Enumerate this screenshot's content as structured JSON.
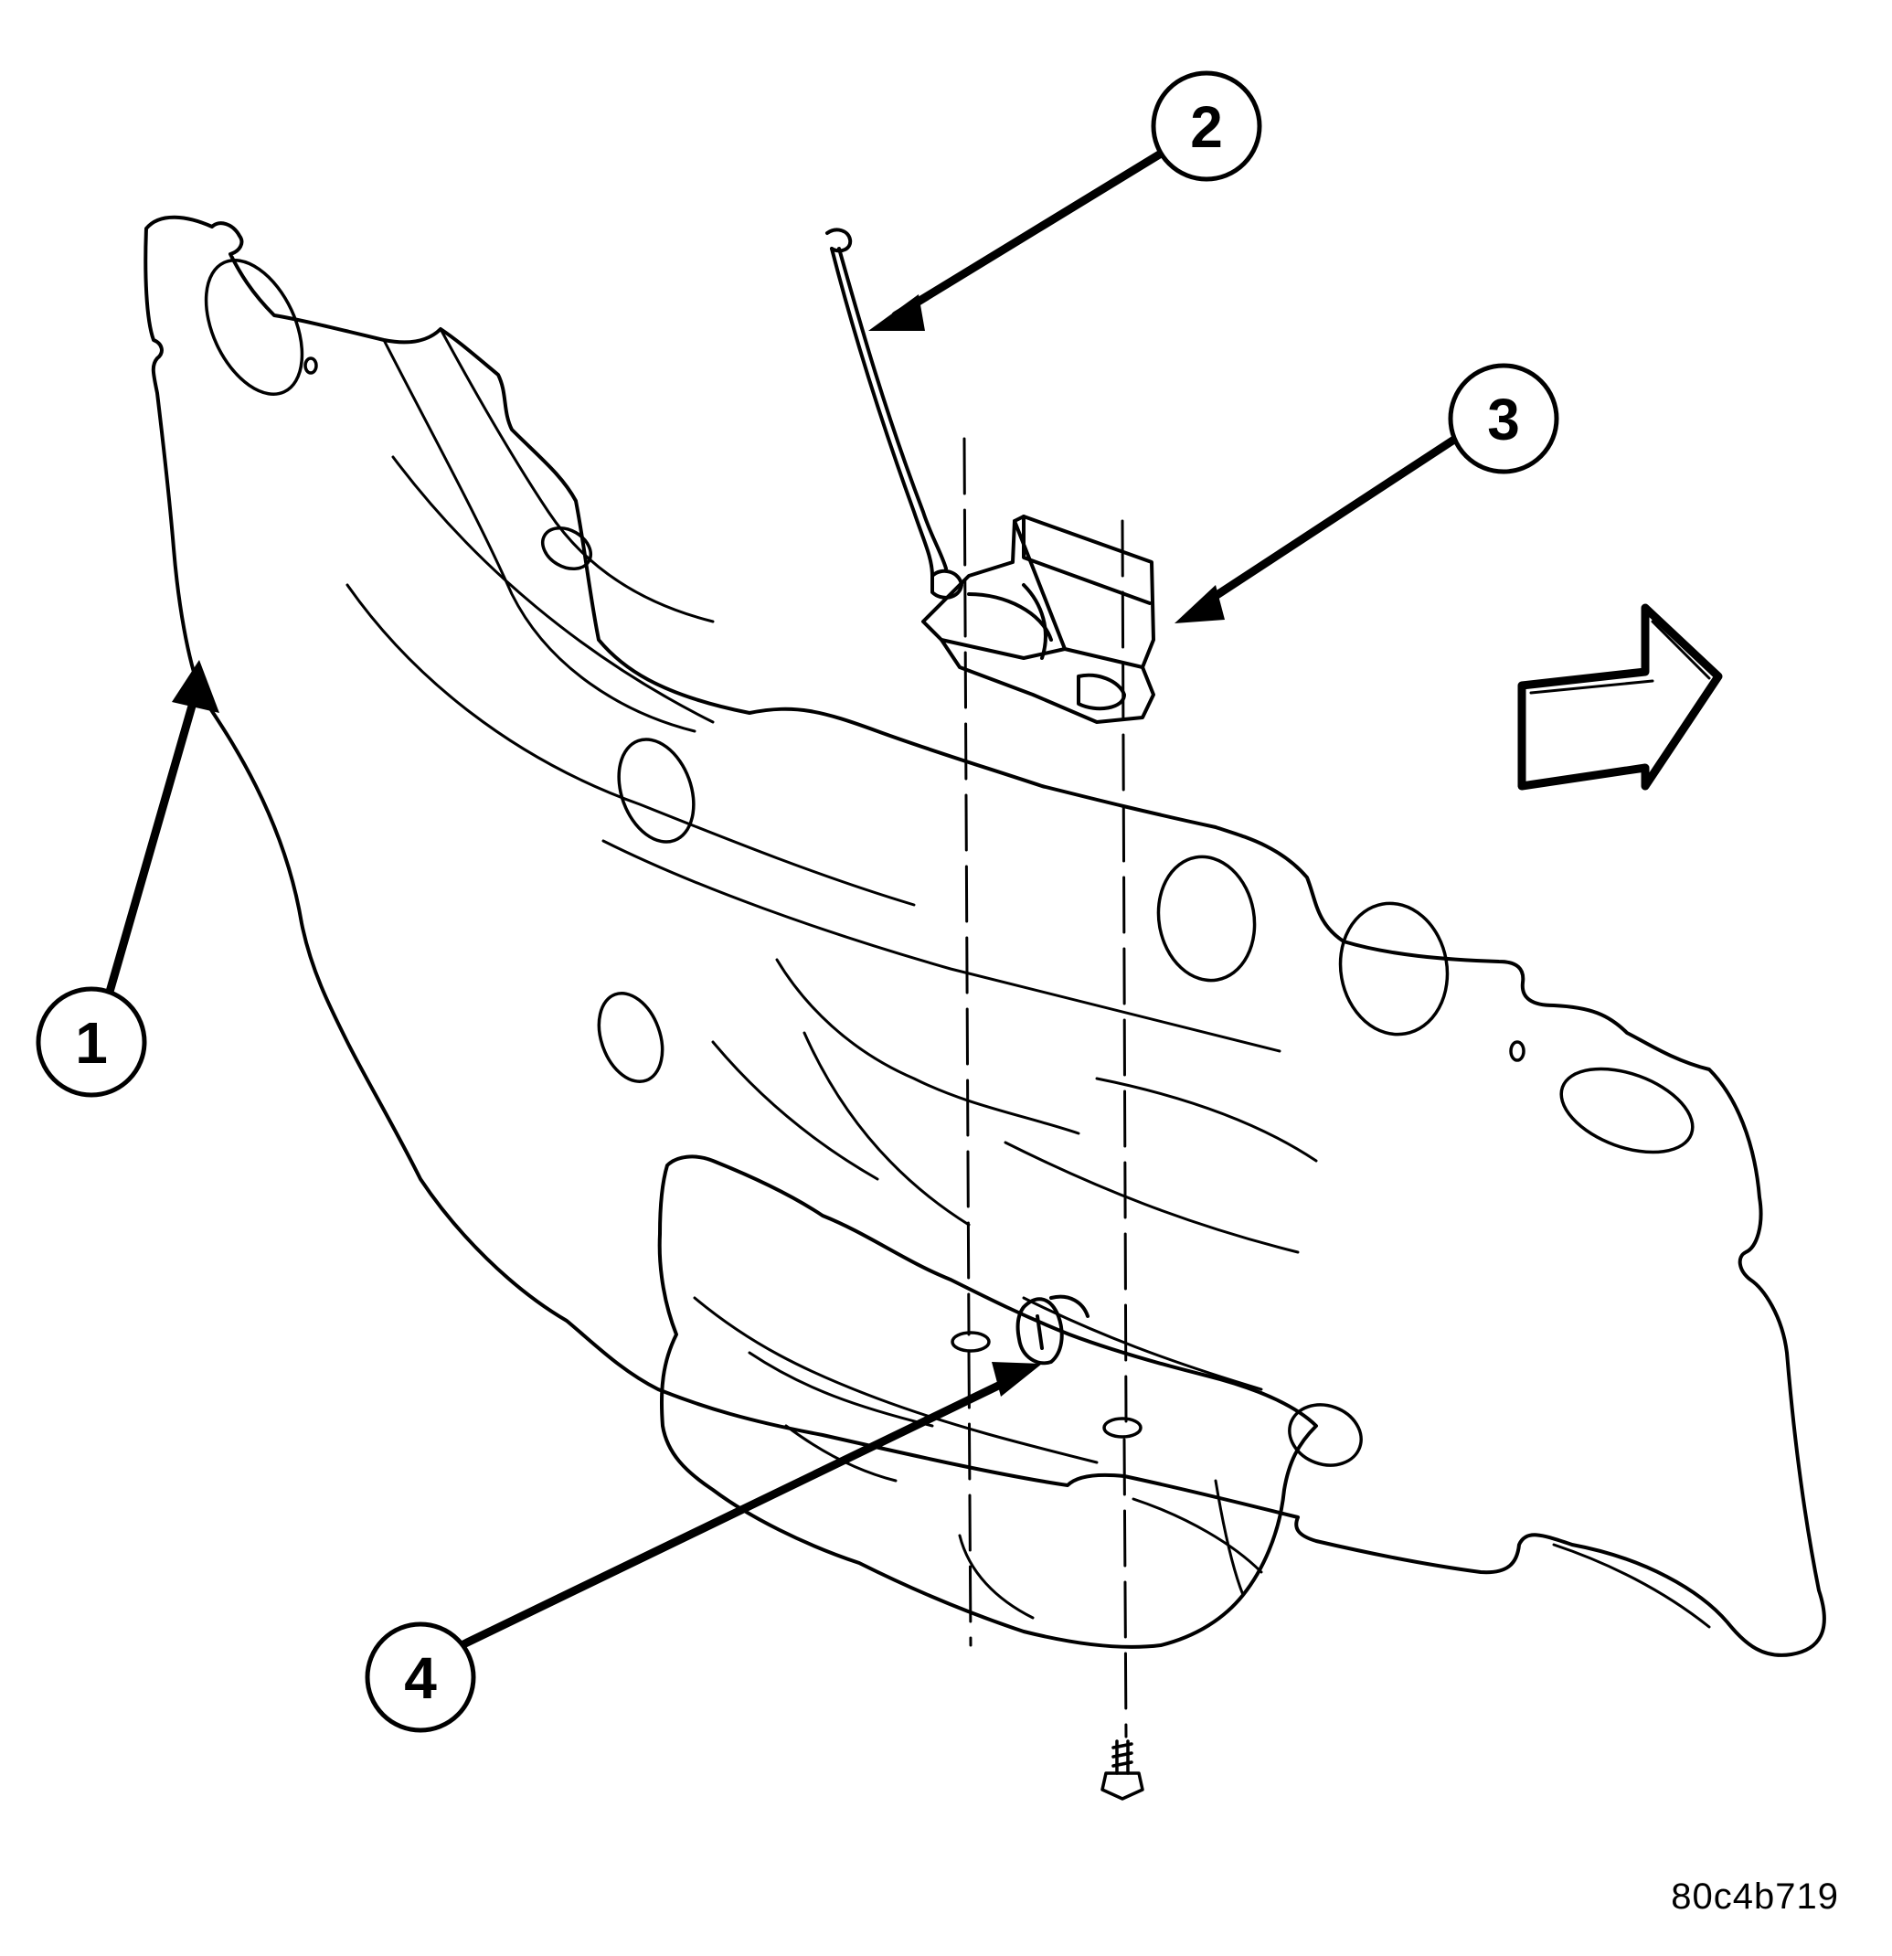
{
  "figure": {
    "id_label": "80c4b719"
  },
  "callouts": [
    {
      "label": "1",
      "part": "panel"
    },
    {
      "label": "2",
      "part": "cable"
    },
    {
      "label": "3",
      "part": "module"
    },
    {
      "label": "4",
      "part": "clip"
    }
  ],
  "colors": {
    "ink": "#000000",
    "paper": "#ffffff"
  },
  "icons": {
    "direction_arrow": "arrow-right-icon",
    "fastener": "bolt-icon"
  }
}
